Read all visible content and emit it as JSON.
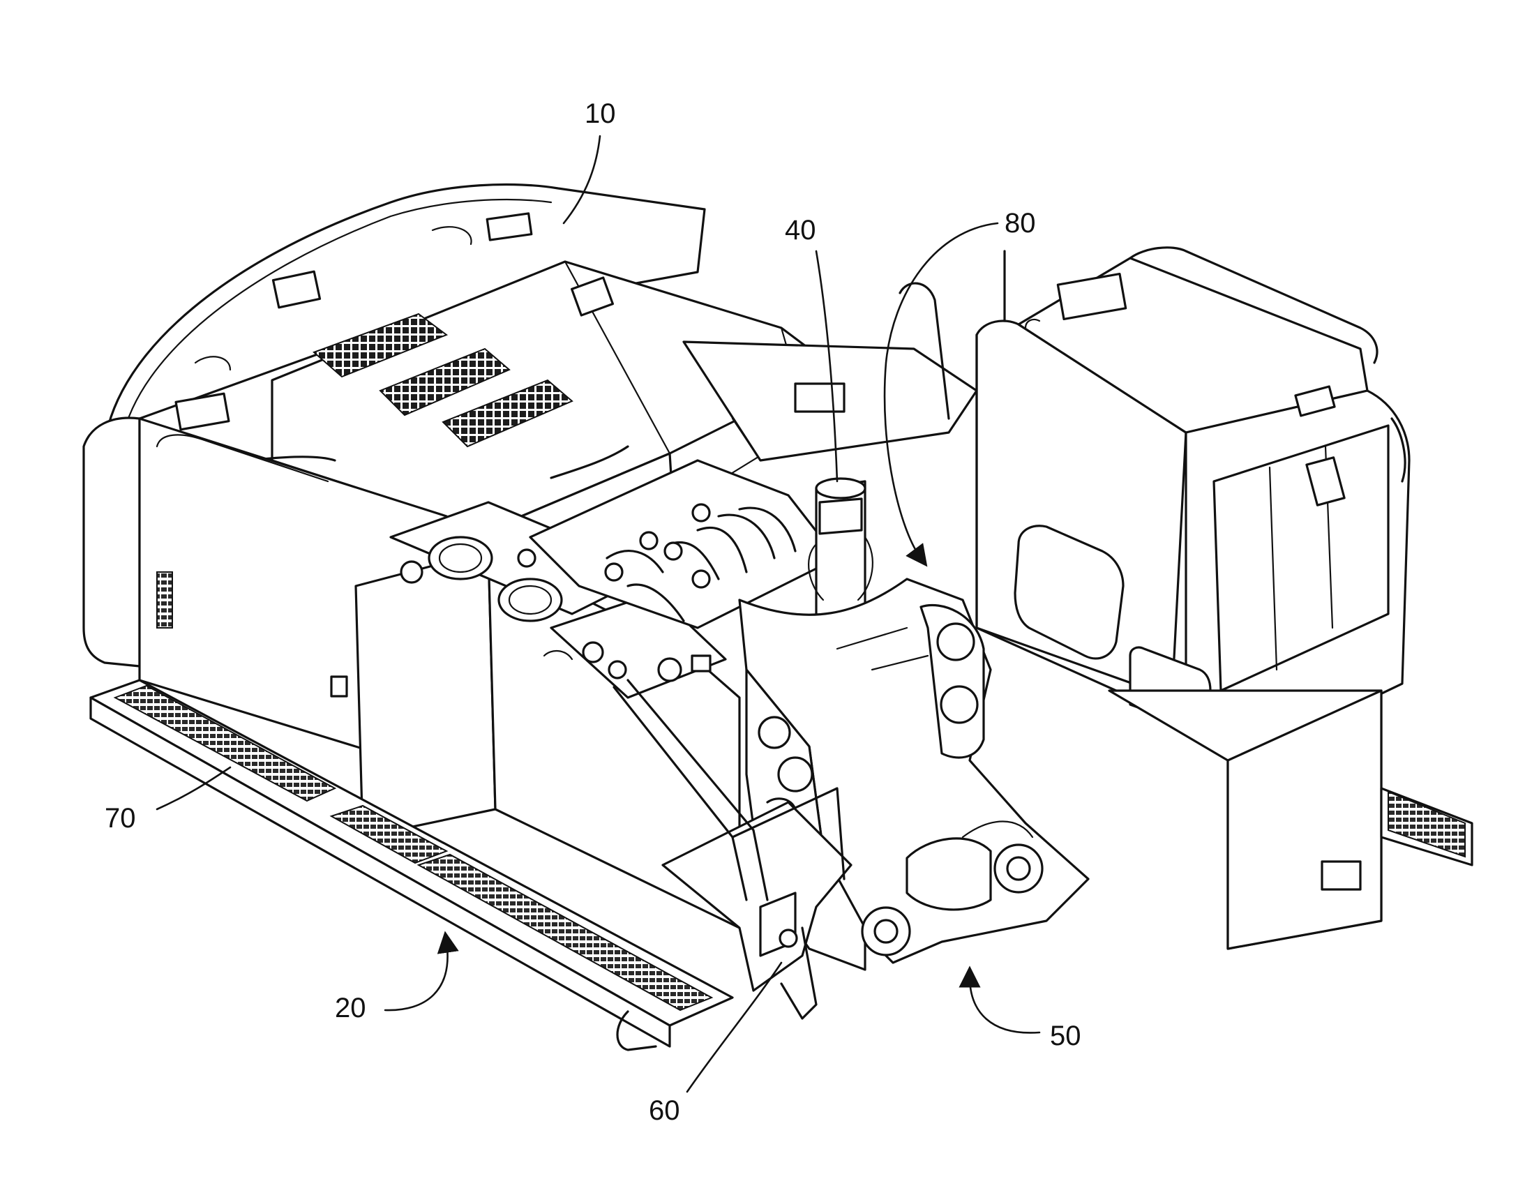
{
  "figure": {
    "reference_labels": {
      "10": "10",
      "20": "20",
      "40": "40",
      "50": "50",
      "60": "60",
      "70": "70",
      "80": "80"
    }
  }
}
